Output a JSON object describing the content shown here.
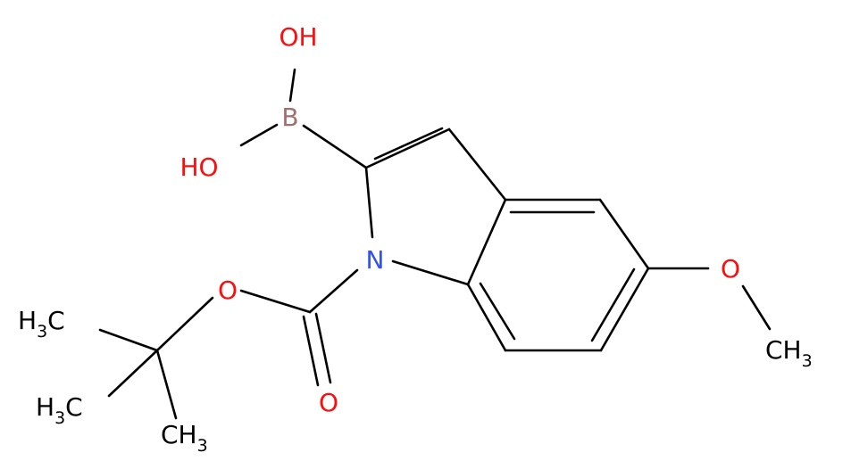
{
  "molecule": {
    "colors": {
      "bond": "#000000",
      "carbon": "#000000",
      "oxygen": "#ff0d0d",
      "nitrogen": "#3050f8",
      "boron": "#a07070"
    },
    "labels": {
      "boron": "B",
      "nitrogen": "N",
      "hydroxyl_top": "OH",
      "hydroxyl_left": "HO",
      "ester_oxygen": "O",
      "carbonyl_oxygen": "O",
      "methoxy_oxygen": "O",
      "methyl_right": {
        "main": "CH",
        "sub": "3"
      },
      "methyl_1": {
        "main": "H",
        "sub": "3",
        "tail": "C"
      },
      "methyl_2": {
        "main": "H",
        "sub": "3",
        "tail": "C"
      },
      "methyl_3": {
        "main": "CH",
        "sub": "3"
      }
    }
  }
}
